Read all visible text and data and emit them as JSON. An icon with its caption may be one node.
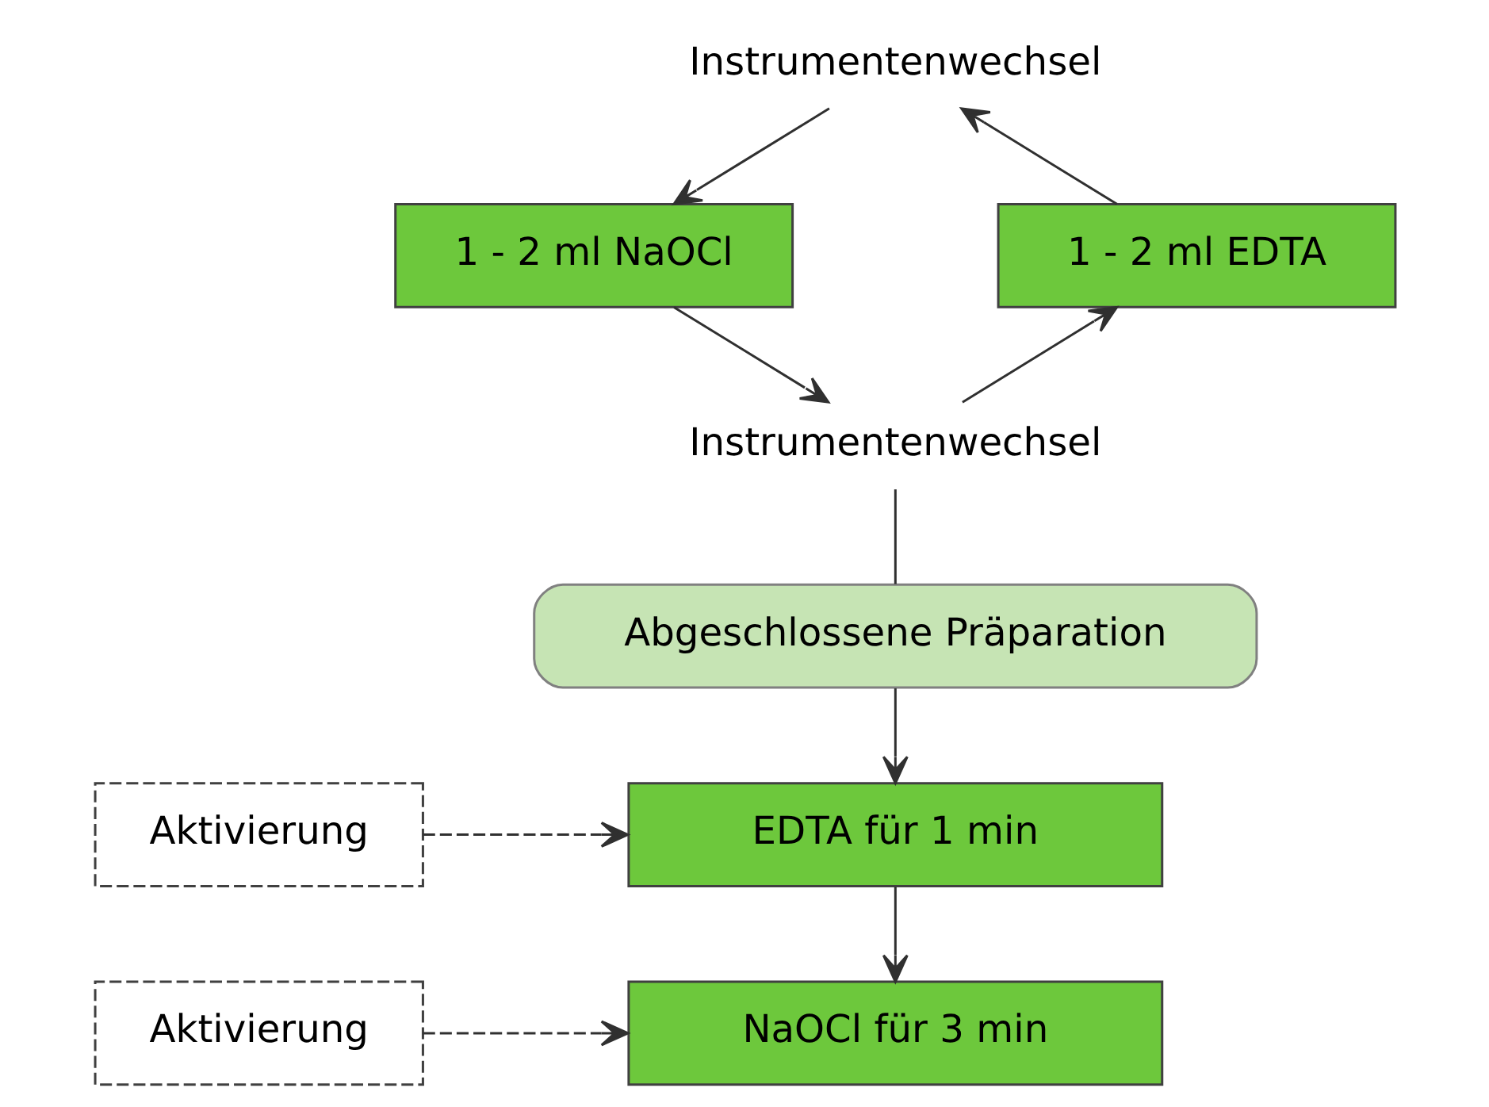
{
  "diagram": {
    "nodes": [
      {
        "text": [
          "Instrumentenwechsel"
        ]
      },
      {
        "text": [
          "1 - 2 ml NaOCl"
        ]
      },
      {
        "text": [
          "1 - 2 ml EDTA"
        ]
      },
      {
        "text": [
          "Instrumentenwechsel"
        ]
      },
      {
        "text": [
          "Abgeschlossene Präparation"
        ]
      },
      {
        "text": [
          "Aktivierung"
        ]
      },
      {
        "text": [
          "EDTA für 1 min"
        ]
      },
      {
        "text": [
          "Aktivierung"
        ]
      },
      {
        "text": [
          "NaOCl für 3 min"
        ]
      }
    ],
    "edges": [
      {
        "from": 0,
        "to": 1,
        "arrow": "to"
      },
      {
        "from": 1,
        "to": 3,
        "arrow": "to"
      },
      {
        "from": 3,
        "to": 2,
        "arrow": "to"
      },
      {
        "from": 2,
        "to": 0,
        "arrow": "to"
      },
      {
        "from": 3,
        "to": 4,
        "arrow": "none"
      },
      {
        "from": 4,
        "to": 6,
        "arrow": "to"
      },
      {
        "from": 5,
        "to": 6,
        "arrow": "to",
        "style": "dashed"
      },
      {
        "from": 6,
        "to": 8,
        "arrow": "to"
      },
      {
        "from": 7,
        "to": 8,
        "arrow": "to",
        "style": "dashed"
      }
    ]
  }
}
